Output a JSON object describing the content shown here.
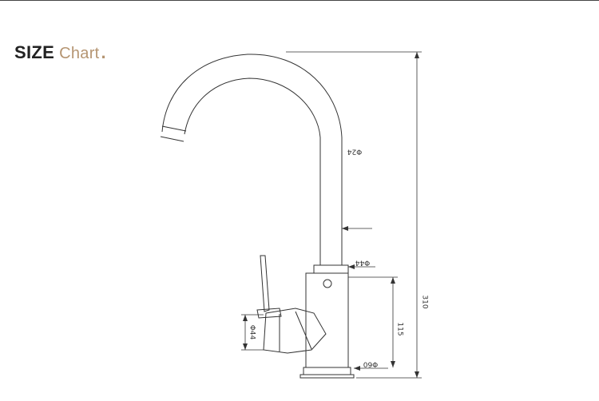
{
  "heading": {
    "strong": "SIZE",
    "soft": "Chart",
    "dot": "."
  },
  "dimensions": {
    "spout_diameter": "Φ24",
    "body_diameter": "Φ44",
    "handle_diameter": "Φ44",
    "base_diameter": "Φ60",
    "body_height": "115",
    "total_height": "310"
  },
  "colors": {
    "rule": "#444444",
    "ink": "#333333",
    "accent": "#b59572"
  }
}
